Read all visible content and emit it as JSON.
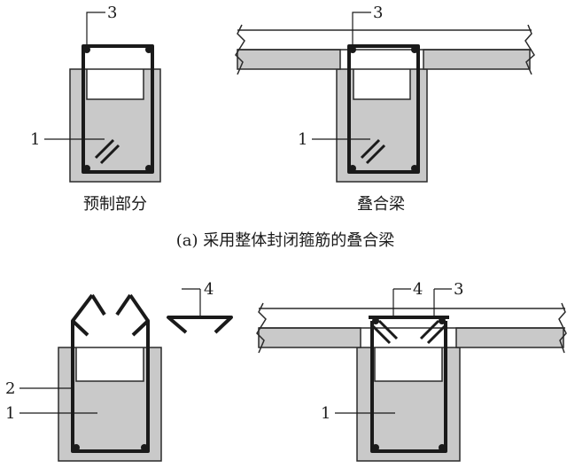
{
  "colors": {
    "concrete": "#c9c9c9",
    "outline": "#2a2a2a",
    "rebar": "#1a1a1a",
    "background": "#ffffff"
  },
  "figure_a": {
    "caption": "(a) 采用整体封闭箍筋的叠合梁",
    "left_label": "预制部分",
    "right_label": "叠合梁",
    "callouts": {
      "stirrup_left": "3",
      "beam_left": "1",
      "stirrup_right": "3",
      "beam_right": "1"
    }
  },
  "figure_b": {
    "callouts": {
      "precast_stirrup": "2",
      "beam_left": "1",
      "cap_tie_separate": "4",
      "cap_tie_installed": "4",
      "stirrup_right": "3",
      "beam_right": "1"
    }
  }
}
